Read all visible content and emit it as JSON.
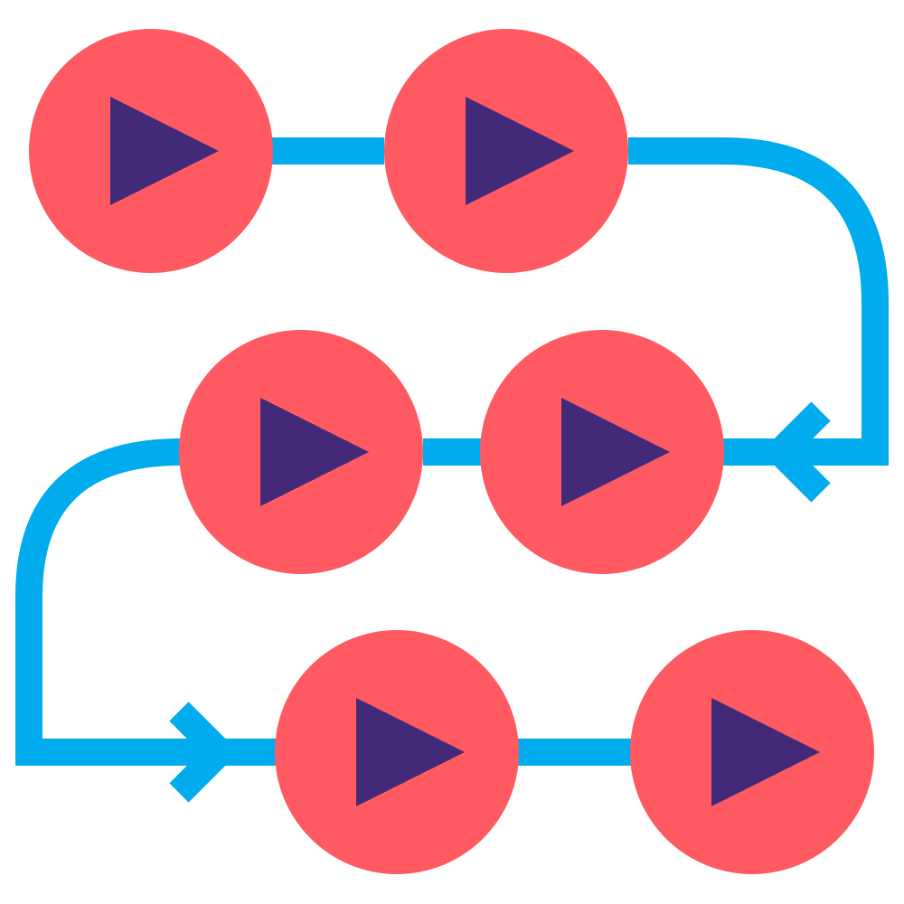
{
  "icon": {
    "name": "video-playlist-flow-icon",
    "colors": {
      "background": "#ffffff",
      "circle": "#ff5a62",
      "play_triangle": "#432a78",
      "connector": "#00aced"
    },
    "play_buttons": [
      {
        "row": 1,
        "column": 1,
        "icon": "play-icon"
      },
      {
        "row": 1,
        "column": 2,
        "icon": "play-icon"
      },
      {
        "row": 2,
        "column": 1,
        "icon": "play-icon"
      },
      {
        "row": 2,
        "column": 2,
        "icon": "play-icon"
      },
      {
        "row": 3,
        "column": 1,
        "icon": "play-icon"
      },
      {
        "row": 3,
        "column": 2,
        "icon": "play-icon"
      }
    ],
    "flow_arrows": [
      {
        "name": "arrow-left-icon",
        "direction": "left"
      },
      {
        "name": "arrow-right-icon",
        "direction": "right"
      }
    ]
  }
}
